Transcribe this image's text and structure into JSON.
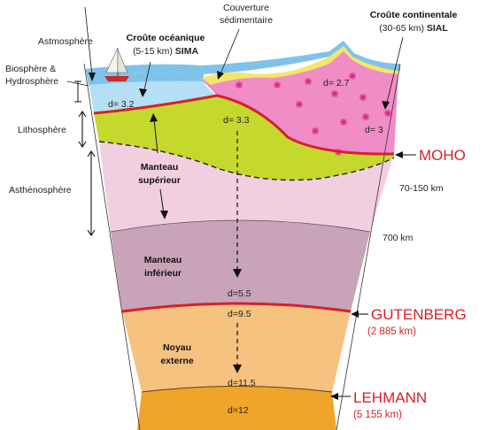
{
  "layers": {
    "atmosphere": "Astmosphère",
    "biosphere_line1": "Biosphère &",
    "biosphere_line2": "Hydrosphère",
    "lithosphere": "Lithosphère",
    "asthenosphere": "Asthénosphère",
    "oceanic_crust_title": "Croûte océanique",
    "oceanic_crust_detail": "(5-15 km)",
    "oceanic_crust_code": "SIMA",
    "sedimentary_line1": "Couverture",
    "sedimentary_line2": "sédimentaire",
    "continental_crust_title": "Croûte continentale",
    "continental_crust_detail": "(30-65 km)",
    "continental_crust_code": "SIAL",
    "upper_mantle_line1": "Manteau",
    "upper_mantle_line2": "supérieur",
    "lower_mantle_line1": "Manteau",
    "lower_mantle_line2": "inférieur",
    "outer_core_line1": "Noyau",
    "outer_core_line2": "externe"
  },
  "densities": {
    "oceanic_crust": "d= 3.2",
    "continental_top": "d= 2.7",
    "continental_bottom": "d= 3",
    "upper_mantle_top": "d= 3.3",
    "lower_mantle_bottom": "d=5.5",
    "outer_core_top": "d=9.5",
    "outer_core_bottom": "d=11.5",
    "inner_core_top": "d=12"
  },
  "depths": {
    "asthenosphere_range": "70-150 km",
    "lower_mantle_top": "700 km"
  },
  "discontinuities": {
    "moho": "MOHO",
    "gutenberg": "GUTENBERG",
    "gutenberg_depth": "(2 885 km)",
    "lehmann": "LEHMANN",
    "lehmann_depth": "(5 155 km)"
  },
  "colors": {
    "atmosphere": "#7fc3ea",
    "ocean": "#a9dcf2",
    "oceanic_crust": "#b4dff4",
    "sediment": "#f5e66a",
    "continental_crust": "#f08cc6",
    "lithospheric_mantle": "#c4d82e",
    "upper_mantle": "#f2cfe0",
    "lower_mantle": "#c9a3b8",
    "outer_core": "#f6c27f",
    "inner_core": "#f0a42a",
    "discontinuity": "#d6202a"
  }
}
